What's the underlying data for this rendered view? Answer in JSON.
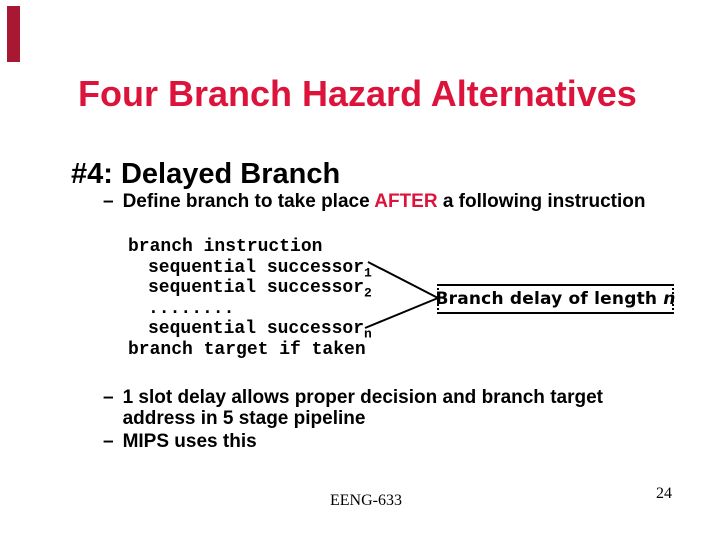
{
  "colors": {
    "accent_red": "#DC143C",
    "bar_maroon": "#A81832",
    "text_black": "#000000"
  },
  "title": "Four Branch Hazard Alternatives",
  "section_heading": "#4: Delayed Branch",
  "bullets": {
    "dash": "–",
    "b1_pre": "Define branch to take place ",
    "b1_highlight": "AFTER",
    "b1_post": " a following instruction",
    "b2": "1 slot delay allows proper decision and branch target address in 5 stage pipeline",
    "b3": "MIPS uses this"
  },
  "code": {
    "line_branch": "branch instruction",
    "seq_prefix": "sequential successor",
    "sub_1": "1",
    "sub_2": "2",
    "sub_n": "n",
    "dots": "........",
    "line_target": "branch target if taken"
  },
  "callout": {
    "label": "Branch delay of length",
    "var": "n"
  },
  "footer": {
    "course": "EENG-633",
    "page_number": "24"
  }
}
